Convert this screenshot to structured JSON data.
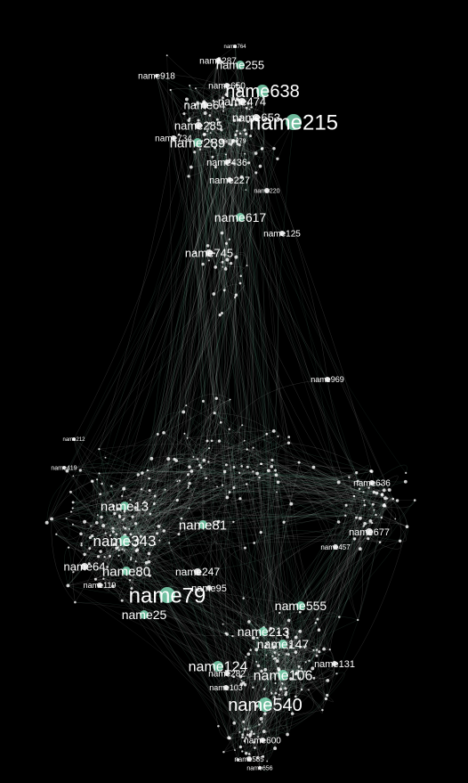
{
  "graph": {
    "background": "#000000",
    "edge_color": "#ffffff",
    "node_color": "#ffffff",
    "accent_color": "#7fd9b5",
    "nodes": [
      {
        "label": "name764"
      },
      {
        "label": "name287"
      },
      {
        "label": "name255"
      },
      {
        "label": "name918"
      },
      {
        "label": "name650"
      },
      {
        "label": "name638"
      },
      {
        "label": "name474"
      },
      {
        "label": "name64"
      },
      {
        "label": "name215"
      },
      {
        "label": "name653"
      },
      {
        "label": "name285"
      },
      {
        "label": "name734"
      },
      {
        "label": "name289"
      },
      {
        "label": "name279"
      },
      {
        "label": "name436"
      },
      {
        "label": "name227"
      },
      {
        "label": "name220"
      },
      {
        "label": "name617"
      },
      {
        "label": "name125"
      },
      {
        "label": "name745"
      },
      {
        "label": "name969"
      },
      {
        "label": "name13"
      },
      {
        "label": "name81"
      },
      {
        "label": "name343"
      },
      {
        "label": "name64"
      },
      {
        "label": "name80"
      },
      {
        "label": "name247"
      },
      {
        "label": "name79"
      },
      {
        "label": "name95"
      },
      {
        "label": "name25"
      },
      {
        "label": "name555"
      },
      {
        "label": "name213"
      },
      {
        "label": "name147"
      },
      {
        "label": "name124"
      },
      {
        "label": "name106"
      },
      {
        "label": "name131"
      },
      {
        "label": "name540"
      },
      {
        "label": "name677"
      },
      {
        "label": "name636"
      },
      {
        "label": "name457"
      },
      {
        "label": "name119"
      },
      {
        "label": "name282"
      },
      {
        "label": "name103"
      },
      {
        "label": "name600"
      },
      {
        "label": "name585"
      },
      {
        "label": "name656"
      },
      {
        "label": "name419"
      },
      {
        "label": "name212"
      }
    ]
  }
}
